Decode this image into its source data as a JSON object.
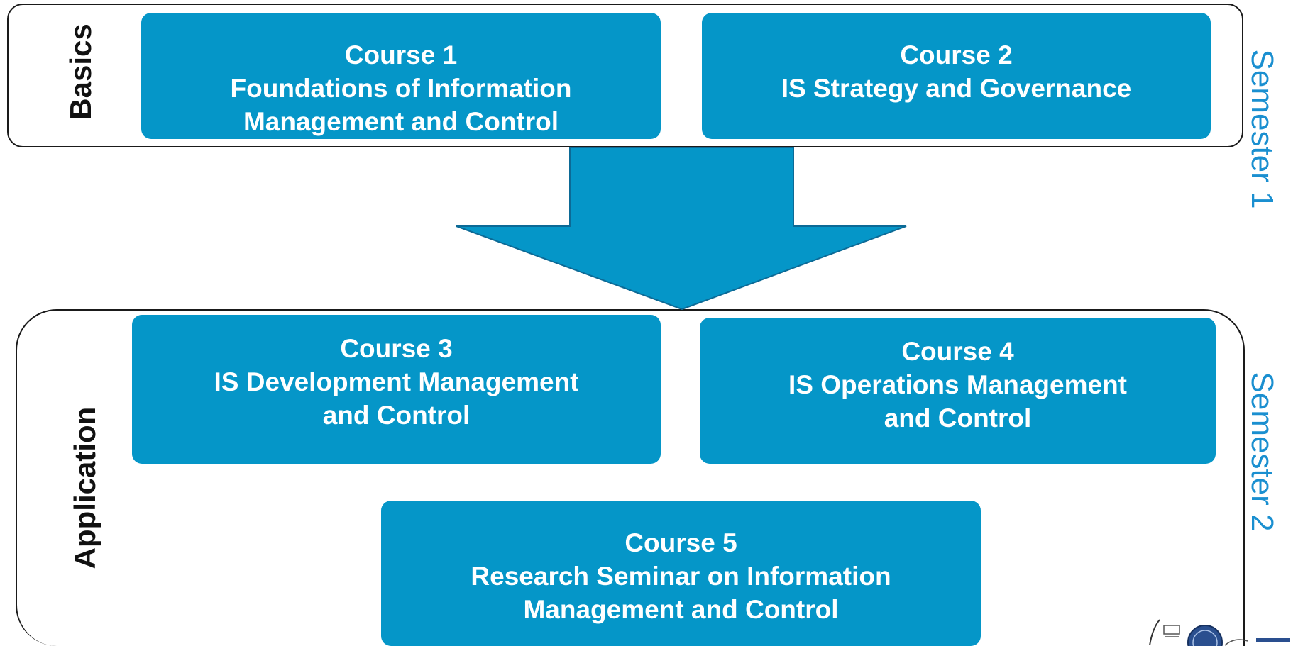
{
  "phases": {
    "basics": "Basics",
    "application": "Application"
  },
  "semesters": {
    "semester_1": "Semester 1",
    "semester_2": "Semester 2"
  },
  "courses": [
    {
      "title": "Course 1",
      "lines": [
        "Foundations of Information",
        "Management and Control"
      ]
    },
    {
      "title": "Course 2",
      "lines": [
        "IS Strategy and Governance"
      ]
    },
    {
      "title": "Course 3",
      "lines": [
        "IS Development Management",
        "and Control"
      ]
    },
    {
      "title": "Course 4",
      "lines": [
        "IS Operations Management",
        "and Control"
      ]
    },
    {
      "title": "Course 5",
      "lines": [
        "Research Seminar on Information",
        "Management and Control"
      ]
    }
  ],
  "colors": {
    "course_box": "#0596c8",
    "arrow_fill": "#0596c8",
    "arrow_stroke": "#0c6a96",
    "semester_text": "#1a8fd0",
    "frame_border": "#1a1a1a"
  },
  "icons": {
    "flow_arrow": "down-arrow-icon",
    "logo_1": "university-logo-icon",
    "logo_2": "seal-logo-icon"
  }
}
